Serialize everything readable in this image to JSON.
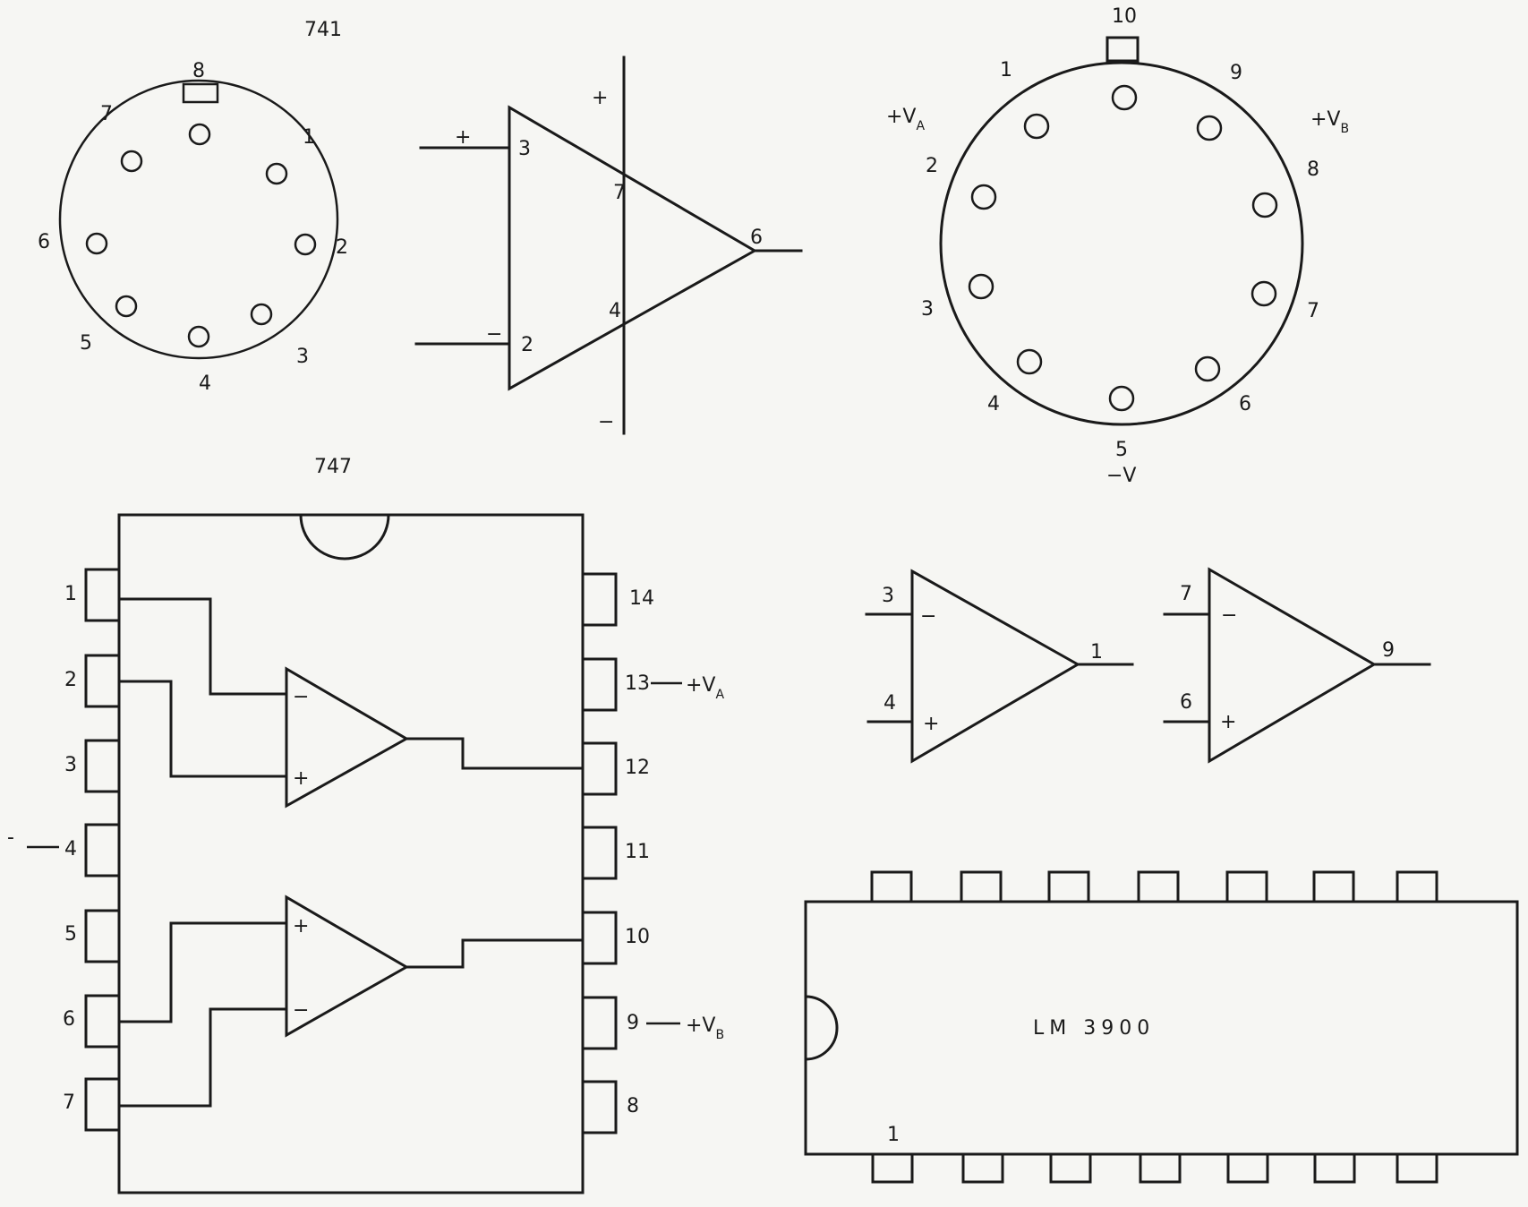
{
  "ic741": {
    "caption": "741",
    "tab_pin": "8",
    "pins": [
      "1",
      "2",
      "3",
      "4",
      "5",
      "6",
      "7"
    ],
    "symbol": {
      "plus": "+",
      "minus": "−",
      "pins": [
        "3",
        "2",
        "7",
        "4",
        "6"
      ]
    }
  },
  "ic747": {
    "caption": "747",
    "left_pins": [
      "1",
      "2",
      "3",
      "4",
      "5",
      "6",
      "7"
    ],
    "right_pins": [
      "14",
      "13",
      "12",
      "11",
      "10",
      "9",
      "8"
    ],
    "pin4_supply": "-",
    "va_label": "+V",
    "va_sub": "A",
    "vb_label": "+V",
    "vb_sub": "B",
    "amp_signs": [
      "−",
      "+",
      "+",
      "−"
    ]
  },
  "can10": {
    "tab_pin": "10",
    "pins": [
      "1",
      "2",
      "3",
      "4",
      "5",
      "6",
      "7",
      "8",
      "9"
    ],
    "va_label": "+V",
    "va_sub": "A",
    "vb_label": "+V",
    "vb_sub": "B",
    "neg_v": "−V"
  },
  "dual_amp": {
    "amp_a": {
      "inv_pin": "3",
      "noninv_pin": "4",
      "out_pin": "1"
    },
    "amp_b": {
      "inv_pin": "7",
      "noninv_pin": "6",
      "out_pin": "9"
    },
    "minus": "−",
    "plus": "+"
  },
  "lm3900": {
    "label": "LM 3900",
    "pin1": "1"
  }
}
